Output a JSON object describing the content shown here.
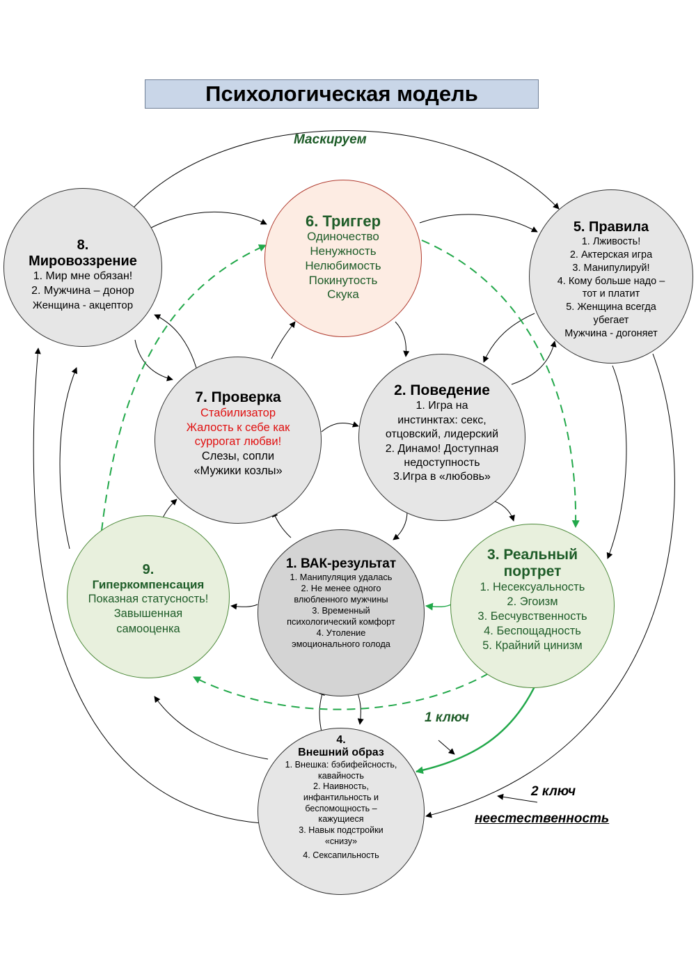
{
  "title": "Психологическая модель",
  "labels": {
    "mask": "Маскируем",
    "key1": "1 ключ",
    "key2": "2 ключ",
    "unnatural": "неестественность"
  },
  "nodes": {
    "n6": {
      "head": "6. Триггер",
      "lines": [
        "Одиночество",
        "Ненужность",
        "Нелюбимость",
        "Покинутость",
        "Скука"
      ]
    },
    "n8": {
      "head1": "8.",
      "head2": "Мировоззрение",
      "lines": [
        "1. Мир мне обязан!",
        "2. Мужчина – донор",
        "Женщина - акцептор"
      ]
    },
    "n5": {
      "head": "5. Правила",
      "lines": [
        "1. Лживость!",
        "2. Актерская игра",
        "3. Манипулируй!",
        "4. Кому больше надо –",
        "тот и платит",
        "5. Женщина всегда",
        "убегает",
        "Мужчина - догоняет"
      ]
    },
    "n7": {
      "head": "7. Проверка",
      "red": [
        "Стабилизатор",
        "Жалость к себе как",
        "суррогат любви!"
      ],
      "lines": [
        "Слезы, сопли",
        "«Мужики козлы»"
      ]
    },
    "n2": {
      "head": "2. Поведение",
      "lines": [
        "1. Игра на",
        "инстинктах: секс,",
        "отцовский, лидерский",
        "2. Динамо! Доступная",
        "недоступность",
        "3.Игра в «любовь»"
      ]
    },
    "n9": {
      "head1": "9.",
      "head2": "Гиперкомпенсация",
      "lines": [
        "Показная статусность!",
        "Завышенная",
        "самооценка"
      ]
    },
    "n1": {
      "head": "1. ВАК-результат",
      "lines": [
        "1. Манипуляция удалась",
        "2. Не менее одного",
        "влюбленного мужчины",
        "3. Временный",
        "психологический комфорт",
        "4. Утоление",
        "эмоционального голода"
      ]
    },
    "n3": {
      "head1": "3. Реальный",
      "head2": "портрет",
      "lines": [
        "1. Несексуальность",
        "2. Эгоизм",
        "3. Бесчувственность",
        "4. Беспощадность",
        "5. Крайний цинизм"
      ]
    },
    "n4": {
      "head1": "4.",
      "head2": "Внешний образ",
      "lines": [
        "1. Внешка: бэбифейсность,",
        "кавайность",
        "2. Наивность,",
        "инфантильность и",
        "беспомощность –",
        "кажущиеся",
        "3. Навык подстройки",
        "«снизу»",
        "4. Сексапильность"
      ]
    }
  },
  "colors": {
    "green_text": "#1e5c28",
    "green_arrow": "#22a84a",
    "red_text": "#e01010",
    "title_bg": "#c9d6e8"
  }
}
